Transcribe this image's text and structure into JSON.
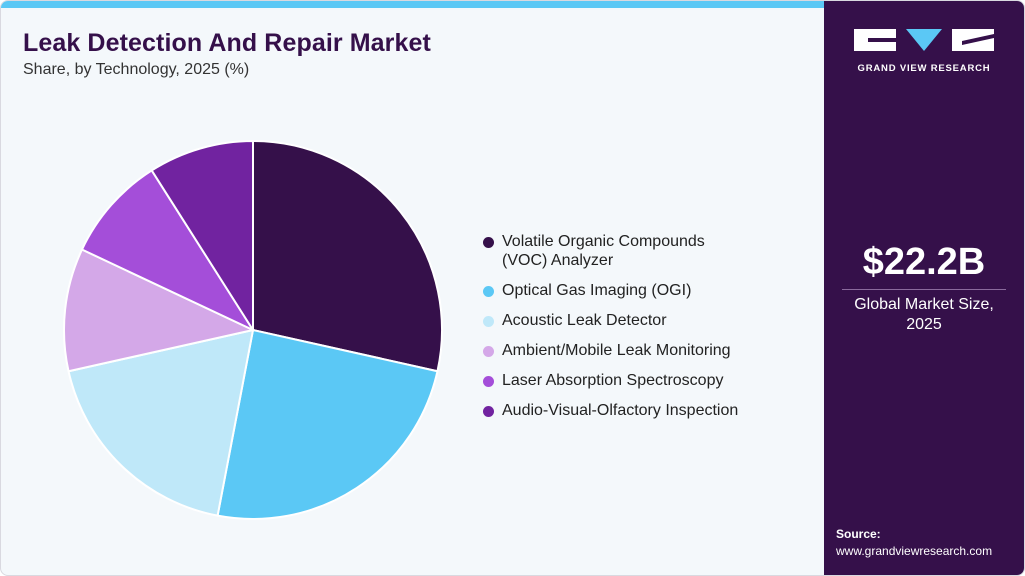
{
  "header": {
    "title": "Leak Detection And Repair Market",
    "subtitle": "Share, by Technology, 2025 (%)"
  },
  "chart_data": {
    "type": "pie",
    "title": "Leak Detection And Repair Market",
    "subtitle": "Share, by Technology, 2025 (%)",
    "categories": [
      "Volatile Organic Compounds (VOC) Analyzer",
      "Optical Gas Imaging (OGI)",
      "Acoustic Leak Detector",
      "Ambient/Mobile Leak Monitoring",
      "Laser Absorption Spectroscopy",
      "Audio-Visual-Olfactory Inspection"
    ],
    "values": [
      28.5,
      24.5,
      18.5,
      10.5,
      9.0,
      9.0
    ],
    "colors": [
      "#35104a",
      "#5bc8f5",
      "#bfe8f9",
      "#d4a8e8",
      "#a44ed9",
      "#7123a0"
    ],
    "legend_position": "right",
    "start_angle_deg": 0,
    "direction": "clockwise"
  },
  "legend": {
    "items": [
      {
        "label_line1": "Volatile Organic Compounds",
        "label_line2": "(VOC) Analyzer",
        "color": "#35104a"
      },
      {
        "label_line1": "Optical Gas Imaging (OGI)",
        "label_line2": "",
        "color": "#5bc8f5"
      },
      {
        "label_line1": "Acoustic Leak Detector",
        "label_line2": "",
        "color": "#bfe8f9"
      },
      {
        "label_line1": "Ambient/Mobile Leak Monitoring",
        "label_line2": "",
        "color": "#d4a8e8"
      },
      {
        "label_line1": "Laser Absorption Spectroscopy",
        "label_line2": "",
        "color": "#a44ed9"
      },
      {
        "label_line1": "Audio-Visual-Olfactory Inspection",
        "label_line2": "",
        "color": "#7123a0"
      }
    ]
  },
  "sidebar": {
    "logo_text": "GRAND VIEW RESEARCH",
    "market_value": "$22.2B",
    "market_label_line1": "Global Market Size,",
    "market_label_line2": "2025",
    "source_label": "Source:",
    "source_url": "www.grandviewresearch.com"
  },
  "colors": {
    "brand_dark": "#35104a",
    "accent": "#5bc8f5",
    "background": "#f4f8fb"
  }
}
